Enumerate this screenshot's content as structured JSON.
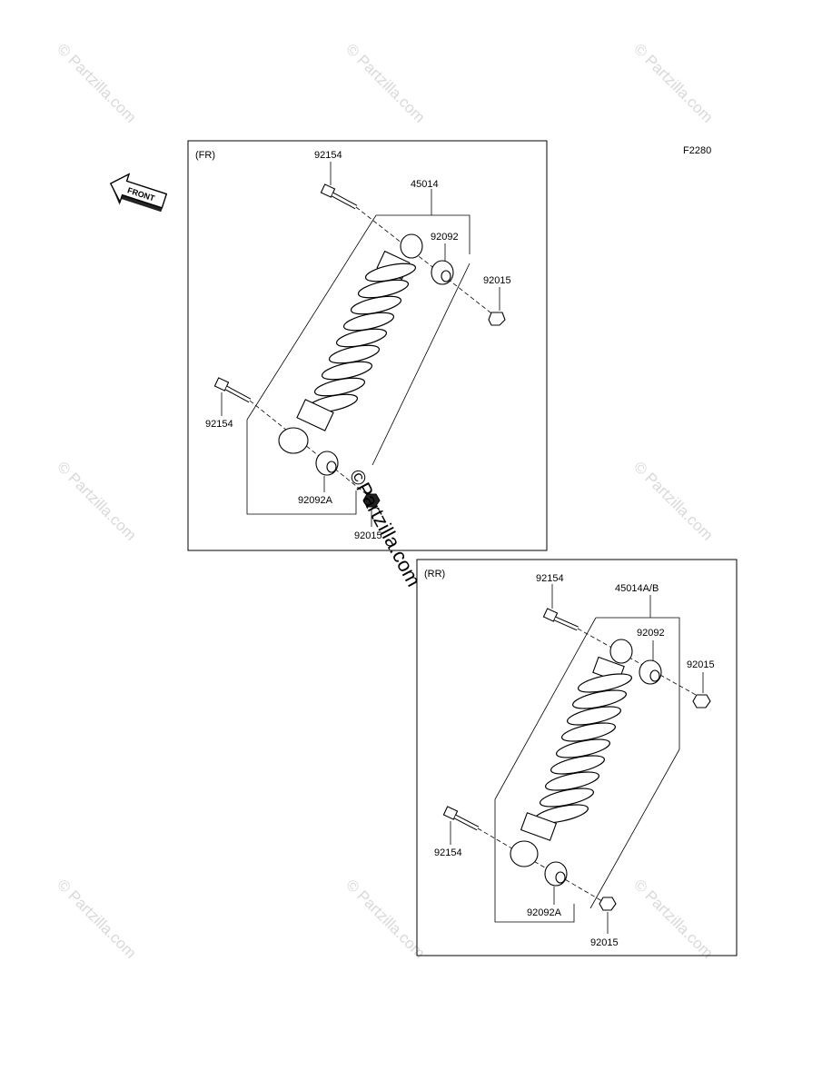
{
  "diagram_code": "F2280",
  "front_arrow": {
    "text": "FRONT"
  },
  "watermark": {
    "text": "© Partzilla.com",
    "center_text": "©Partzilla.com"
  },
  "front_section": {
    "title": "(FR)",
    "labels": {
      "bolt_top": "92154",
      "assembly": "45014",
      "bushing_top": "92092",
      "nut_top": "92015",
      "bolt_bottom": "92154",
      "bushing_bottom": "92092A",
      "nut_bottom": "92015"
    }
  },
  "rear_section": {
    "title": "(RR)",
    "labels": {
      "bolt_top": "92154",
      "assembly": "45014A/B",
      "bushing_top": "92092",
      "nut_top": "92015",
      "bolt_bottom": "92154",
      "bushing_bottom": "92092A",
      "nut_bottom": "92015"
    }
  }
}
